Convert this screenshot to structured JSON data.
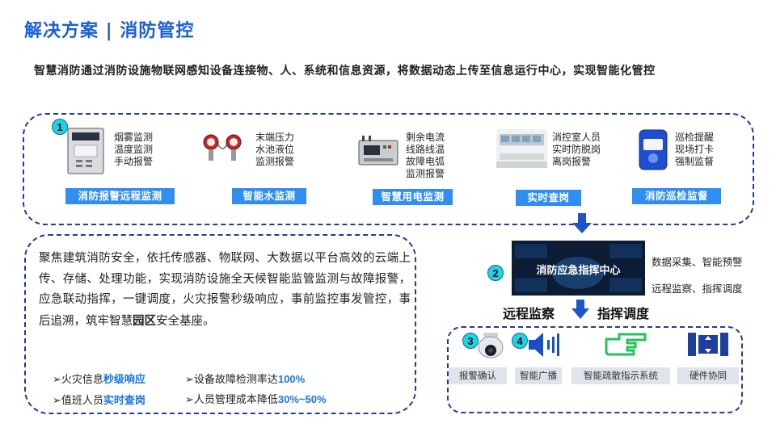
{
  "header": {
    "title": "解决方案 | 消防管控",
    "subtitle": "智慧消防通过消防设施物联网感知设备连接物、人、系统和信息资源，将数据动态上传至信息运行中心，实现智能化管控"
  },
  "top_panel": {
    "number": "1",
    "features": [
      {
        "lines": [
          "烟雾监测",
          "温度监测",
          "手动报警"
        ],
        "label": "消防报警远程监测"
      },
      {
        "lines": [
          "末端压力",
          "水池液位",
          "监测报警"
        ],
        "label": "智能水监测"
      },
      {
        "lines": [
          "剩余电流",
          "线路线温",
          "故障电弧",
          "监测报警"
        ],
        "label": "智慧用电监测"
      },
      {
        "lines": [
          "消控室人员",
          "实时防脱岗",
          "离岗报警"
        ],
        "label": "实时查岗"
      },
      {
        "lines": [
          "巡检提醒",
          "现场打卡",
          "强制监督"
        ],
        "label": "消防巡检监督"
      }
    ]
  },
  "left_panel": {
    "paragraph_before": "聚焦建筑消防安全，依托传感器、物联网、大数据以平台高效的云端上传、存储、处理功能，实现消防设施全天候智能监管监测与故障报警，应急联动指挥，一键调度，火灾报警秒级响应，事前监控事发管控，事后追溯，筑牢智慧",
    "paragraph_bold": "园区",
    "paragraph_after": "安全基座。",
    "bullets": [
      {
        "prefix": "➢火灾信息",
        "highlight": "秒级响应"
      },
      {
        "prefix": "➢设备故障检测率达",
        "highlight": "100%"
      },
      {
        "prefix": "➢值班人员",
        "highlight": "实时查岗"
      },
      {
        "prefix": "➢人员管理成本降低",
        "highlight": "30%~50%"
      }
    ]
  },
  "command_center": {
    "number": "2",
    "label": "消防应急指挥中心",
    "side_lines": [
      "数据采集、智能预警",
      "远程监察、指挥调度"
    ],
    "left_caption": "远程监察",
    "right_caption": "指挥调度"
  },
  "bottom_panel": {
    "numbers": [
      "3",
      "4"
    ],
    "items": [
      {
        "label": "报警确认",
        "icon": "camera-icon"
      },
      {
        "label": "智能广播",
        "icon": "speaker-icon"
      },
      {
        "label": "智能疏散指示系统",
        "icon": "pointing-hand-icon"
      },
      {
        "label": "硬件协同",
        "icon": "hardware-icon"
      }
    ]
  },
  "colors": {
    "title": "#1a5fd6",
    "dashed_border": "#1f3e8f",
    "label_blue": "#2f8ef0",
    "number_badge": "#1fd3e0",
    "highlight": "#1a73e8",
    "arrow": "#1e55c4",
    "evac_green": "#21c45a"
  }
}
